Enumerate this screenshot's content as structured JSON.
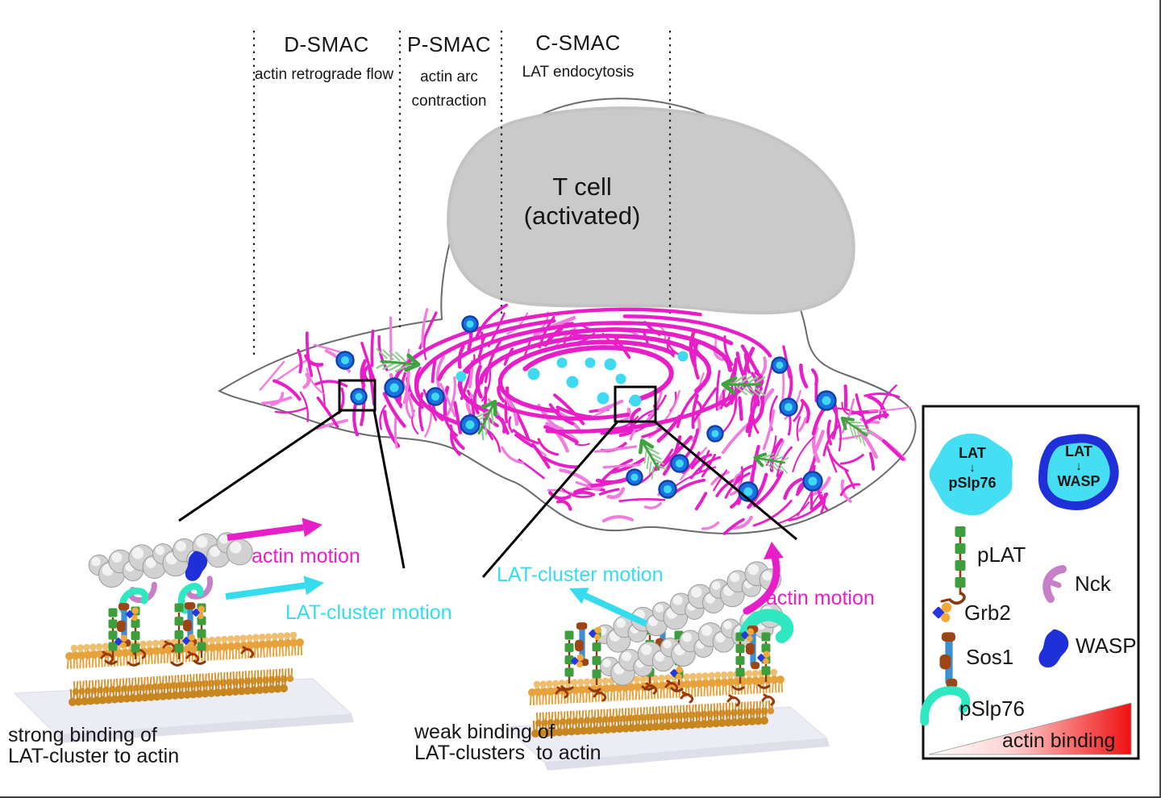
{
  "palette": {
    "magenta": "#e71fc9",
    "magenta_light": "#f27bde",
    "cyan": "#35dcee",
    "cyan_dot": "#3fd9f2",
    "cyan_blob": "#46def2",
    "blue": "#2030d8",
    "blue_dot": "#1b72e0",
    "blue_dot_ring": "#0b41a8",
    "green": "#3fa33f",
    "green_light": "#8fcb8f",
    "nucleus_gray": "#cacaca",
    "cell_outline": "#6b6b6b",
    "lipid_light": "#efbe6e",
    "lipid": "#e8a23b",
    "lipid_mid": "#d79430",
    "lipid_dark": "#c8861f",
    "slab": "#ececf5",
    "plum": "#c77fc7",
    "turquoise": "#2fe8c2",
    "sos_blue": "#3e8fd0",
    "brown": "#9e4415",
    "plat_green": "#3c9e3c",
    "plat_line": "#8a3a10",
    "grb_orange": "#f2a93b",
    "grb_blue": "#2437e0",
    "red": "#ee1111",
    "black": "#111111"
  },
  "zones": {
    "dsmac": {
      "name": "D-SMAC",
      "desc": "actin retrograde flow"
    },
    "psmac": {
      "name": "P-SMAC",
      "desc_line1": "actin arc",
      "desc_line2": "contraction"
    },
    "csmac": {
      "name": "C-SMAC",
      "desc": "LAT endocytosis"
    }
  },
  "cell": {
    "label_line1": "T cell",
    "label_line2": "(activated)"
  },
  "inset_left": {
    "actin_motion": "actin motion",
    "lat_cluster_motion": "LAT-cluster motion",
    "caption_line1": "strong binding of",
    "caption_line2": "LAT-cluster to actin"
  },
  "inset_middle": {
    "lat_cluster_motion": "LAT-cluster motion",
    "actin_motion": "actin motion",
    "caption_line1": "weak binding of",
    "caption_line2": "LAT-clusters  to actin"
  },
  "legend": {
    "blob1": {
      "line1": "LAT",
      "arrow": "↓",
      "line2": "pSlp76"
    },
    "blob2": {
      "line1": "LAT",
      "arrow": "↓",
      "line2": "WASP"
    },
    "items": {
      "plat": "pLAT",
      "grb2": "Grb2",
      "sos1": "Sos1",
      "pslp76": "pSlp76",
      "nck": "Nck",
      "wasp": "WASP"
    },
    "gradient_label": "actin binding"
  }
}
